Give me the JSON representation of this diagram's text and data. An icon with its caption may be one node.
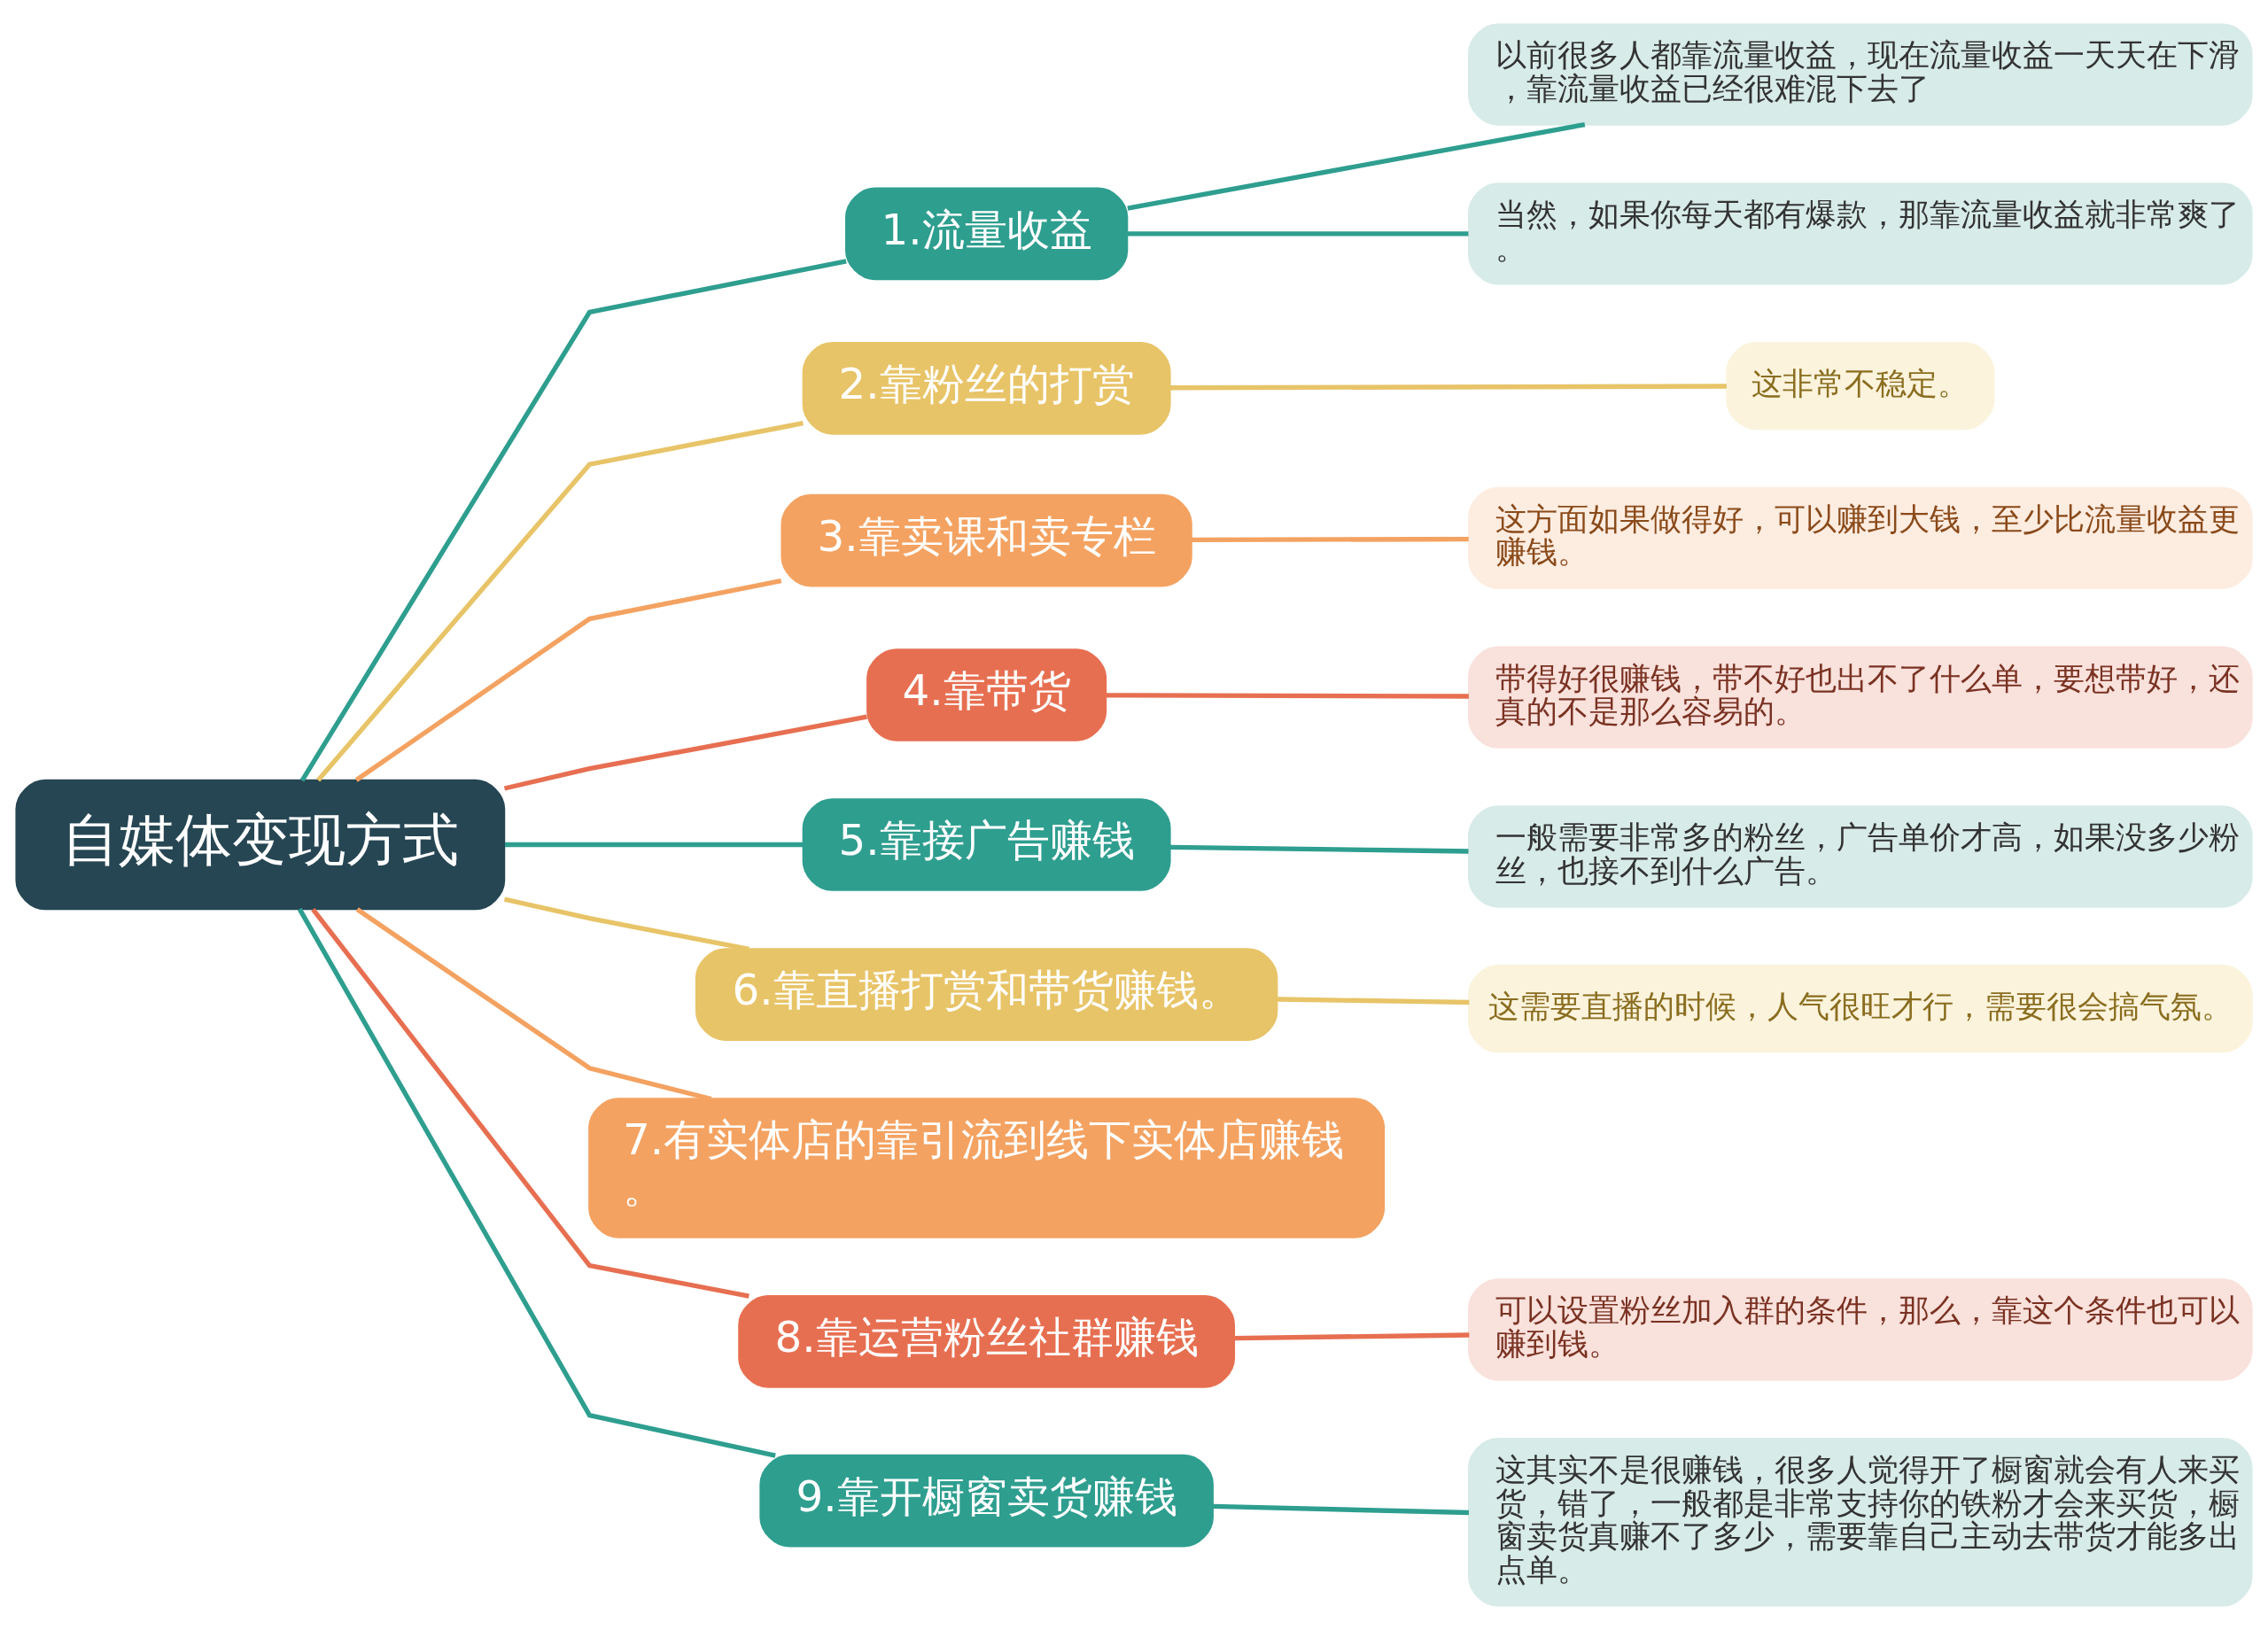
{
  "diagram": {
    "nodes": [
      {
        "text": [
          "自媒体变现方式"
        ]
      },
      {
        "text": [
          "1.流量收益"
        ]
      },
      {
        "text": [
          "以前很多人都靠流量收益，现在流量收益一天天在下滑，靠流量收益已经很难混下去了"
        ]
      },
      {
        "text": [
          "当然，如果你每天都有爆款，那靠流量收益就非常爽了。"
        ]
      },
      {
        "text": [
          "2.靠粉丝的打赏"
        ]
      },
      {
        "text": [
          "这非常不稳定。"
        ]
      },
      {
        "text": [
          "3.靠卖课和卖专栏"
        ]
      },
      {
        "text": [
          "这方面如果做得好，可以赚到大钱，至少比流量收益更赚钱。"
        ]
      },
      {
        "text": [
          "4.靠带货"
        ]
      },
      {
        "text": [
          "带得好很赚钱，带不好也出不了什么单，要想带好，还真的不是那么容易的。"
        ]
      },
      {
        "text": [
          "5.靠接广告赚钱"
        ]
      },
      {
        "text": [
          "一般需要非常多的粉丝，广告单价才高，如果没多少粉丝，也接不到什么广告。"
        ]
      },
      {
        "text": [
          "6.靠直播打赏和带货赚钱。"
        ]
      },
      {
        "text": [
          "这需要直播的时候，人气很旺才行，需要很会搞气氛。"
        ]
      },
      {
        "text": [
          "7.有实体店的靠引流到线下实体店赚钱。"
        ]
      },
      {
        "text": [
          "8.靠运营粉丝社群赚钱"
        ]
      },
      {
        "text": [
          "可以设置粉丝加入群的条件，那么，靠这个条件也可以赚到钱。"
        ]
      },
      {
        "text": [
          "9.靠开橱窗卖货赚钱"
        ]
      },
      {
        "text": [
          "这其实不是很赚钱，很多人觉得开了橱窗就会有人来买货，错了，一般都是非常支持你的铁粉才会来买货，橱窗卖货真赚不了多少，需要靠自己主动去带货才能多出点单。"
        ]
      }
    ],
    "edges": [
      {
        "from": 0,
        "to": 1,
        "arrow": "none"
      },
      {
        "from": 1,
        "to": 2,
        "arrow": "none"
      },
      {
        "from": 1,
        "to": 3,
        "arrow": "none"
      },
      {
        "from": 0,
        "to": 4,
        "arrow": "none",
        "color": "#e8c468"
      },
      {
        "from": 4,
        "to": 5,
        "arrow": "none",
        "color": "#e8c468"
      },
      {
        "from": 0,
        "to": 6,
        "arrow": "none",
        "color": "#f4a261"
      },
      {
        "from": 6,
        "to": 7,
        "arrow": "none",
        "color": "#f4a261"
      },
      {
        "from": 0,
        "to": 8,
        "arrow": "none",
        "color": "#e76f51"
      },
      {
        "from": 8,
        "to": 9,
        "arrow": "none",
        "color": "#e76f51"
      },
      {
        "from": 0,
        "to": 10,
        "arrow": "none"
      },
      {
        "from": 10,
        "to": 11,
        "arrow": "none"
      },
      {
        "from": 0,
        "to": 12,
        "arrow": "none",
        "color": "#e8c468"
      },
      {
        "from": 12,
        "to": 13,
        "arrow": "none",
        "color": "#e8c468"
      },
      {
        "from": 0,
        "to": 14,
        "arrow": "none",
        "color": "#f4a261"
      },
      {
        "from": 0,
        "to": 15,
        "arrow": "none",
        "color": "#e76f51"
      },
      {
        "from": 15,
        "to": 16,
        "arrow": "none",
        "color": "#e76f51"
      },
      {
        "from": 0,
        "to": 17,
        "arrow": "none"
      },
      {
        "from": 17,
        "to": 18,
        "arrow": "none"
      }
    ]
  }
}
